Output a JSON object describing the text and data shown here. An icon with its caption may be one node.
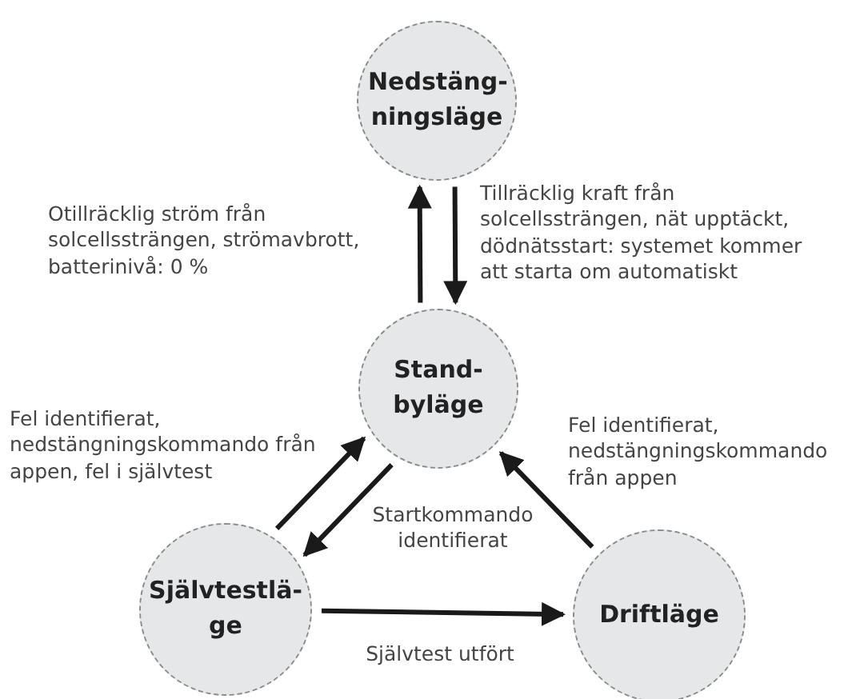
{
  "diagram": {
    "nodes": [
      {
        "text": [
          "Nedstäng-ningsläge"
        ]
      },
      {
        "text": [
          "Stand-byläge"
        ]
      },
      {
        "text": [
          "Självtestlä-ge"
        ]
      },
      {
        "text": [
          "Driftläge"
        ]
      }
    ],
    "edges": [
      {
        "from": 1,
        "to": 0,
        "arrow": "to",
        "label": "Otillräcklig ström från solcellssträngen, strömavbrott, batterinivå: 0 %"
      },
      {
        "from": 0,
        "to": 1,
        "arrow": "to",
        "label": "Tillräcklig kraft från solcellssträngen, nät upptäckt, dödnätsstart: systemet kommer att starta om automatiskt"
      },
      {
        "from": 2,
        "to": 1,
        "arrow": "to",
        "label": "Fel identifierat, nedstängningskommando från appen, fel i självtest"
      },
      {
        "from": 1,
        "to": 2,
        "arrow": "to",
        "label": "Startkommando identifierat"
      },
      {
        "from": 3,
        "to": 1,
        "arrow": "to",
        "label": "Fel identifierat, nedstängningskommando från appen"
      },
      {
        "from": 2,
        "to": 3,
        "arrow": "to",
        "label": "Självtest utfört"
      }
    ]
  }
}
